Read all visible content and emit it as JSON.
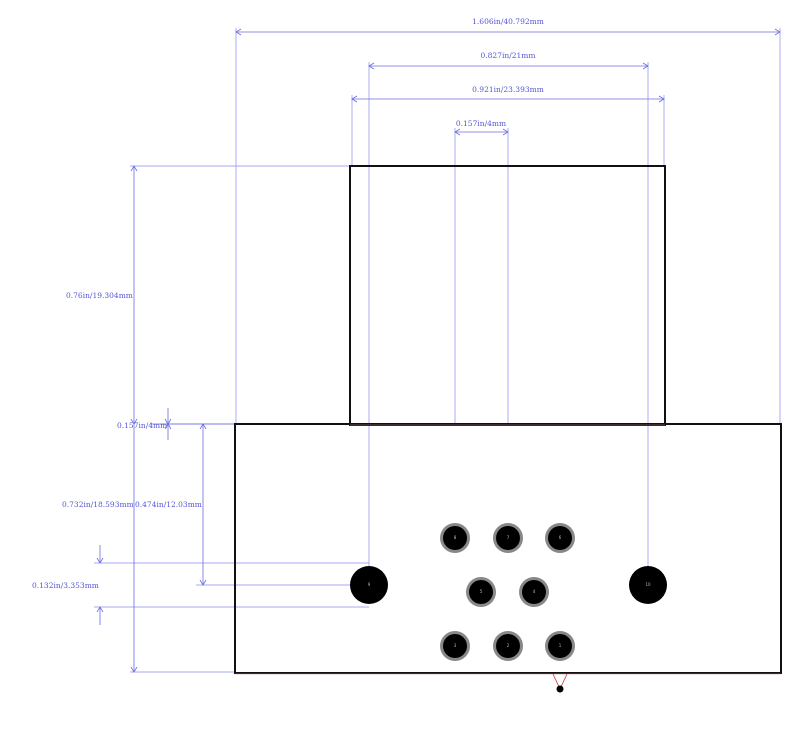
{
  "dimensions": {
    "total_width": "1.606in/40.792mm",
    "pin_span": "0.827in/21mm",
    "cap_width": "0.921in/23.393mm",
    "slot_width": "0.157in/4mm",
    "cap_height": "0.76in/19.304mm",
    "shoulder": "0.157in/4mm",
    "body_height": "0.732in/18.593mm",
    "pin_offset": "0.474in/12.03mm",
    "mount_hole": "0.132in/3.353mm"
  },
  "pins": {
    "p1": "1",
    "p2": "2",
    "p3": "3",
    "p4": "4",
    "p5": "5",
    "p6": "6",
    "p7": "7",
    "p8": "8",
    "p9": "9",
    "p10": "10"
  },
  "colors": {
    "dimension": "#5555d5",
    "outline": "#111111",
    "pad_ring": "#888888",
    "pad_core": "#000000"
  }
}
